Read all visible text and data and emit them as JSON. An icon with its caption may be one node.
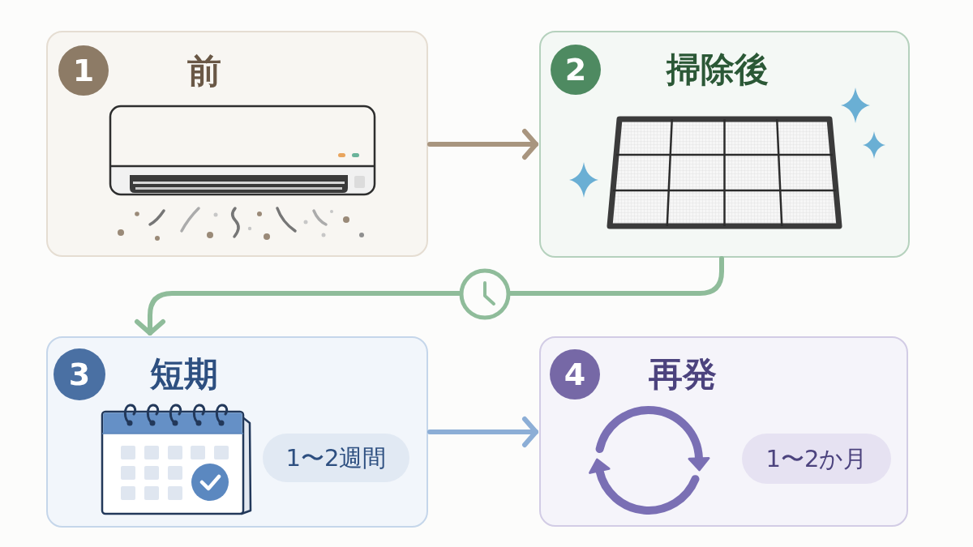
{
  "diagram": {
    "nodes": [
      {
        "text": [
          "前"
        ]
      },
      {
        "text": [
          "1"
        ],
        "in": 0
      },
      {
        "text": [
          "掃除後"
        ]
      },
      {
        "text": [
          "2"
        ],
        "in": 2
      },
      {
        "text": [
          "短期"
        ]
      },
      {
        "text": [
          "3"
        ],
        "in": 4
      },
      {
        "text": [
          "1〜2週間"
        ],
        "in": 4
      },
      {
        "text": [
          "再発"
        ]
      },
      {
        "text": [
          "4"
        ],
        "in": 7
      },
      {
        "text": [
          "1〜2か月"
        ],
        "in": 7
      }
    ],
    "edges": [
      {
        "from": 0,
        "to": 2,
        "arrow": "to",
        "color": "#a8957f"
      },
      {
        "from": 2,
        "to": 4,
        "arrow": "to",
        "color": "#8fbc9a"
      },
      {
        "from": 4,
        "to": 7,
        "arrow": "to",
        "color": "#8caed6"
      }
    ]
  }
}
